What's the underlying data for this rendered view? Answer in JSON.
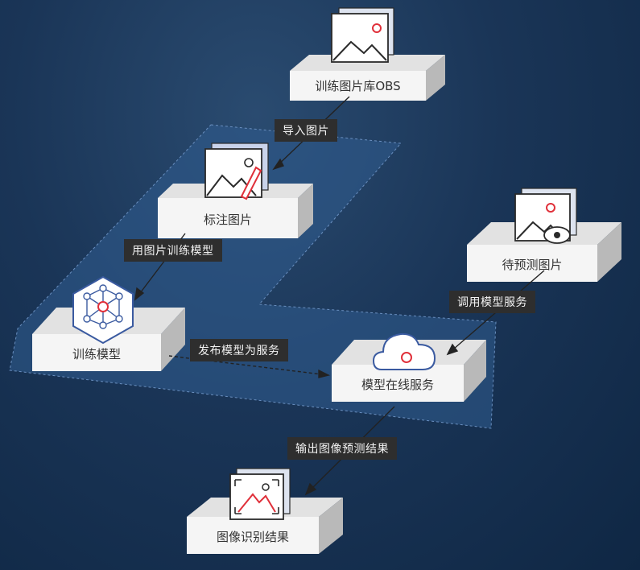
{
  "nodes": {
    "obs": "训练图片库OBS",
    "label": "标注图片",
    "train": "训练模型",
    "predict": "待预测图片",
    "service": "模型在线服务",
    "result": "图像识别结果"
  },
  "edges": {
    "import": "导入图片",
    "train_with": "用图片训练模型",
    "deploy": "发布模型为服务",
    "call": "调用模型服务",
    "output": "输出图像预测结果"
  },
  "colors": {
    "accent": "#e0303a",
    "region_fill": "#2f5a8c",
    "block_top": "#f4f4f4",
    "block_side": "#cfcfcf"
  }
}
